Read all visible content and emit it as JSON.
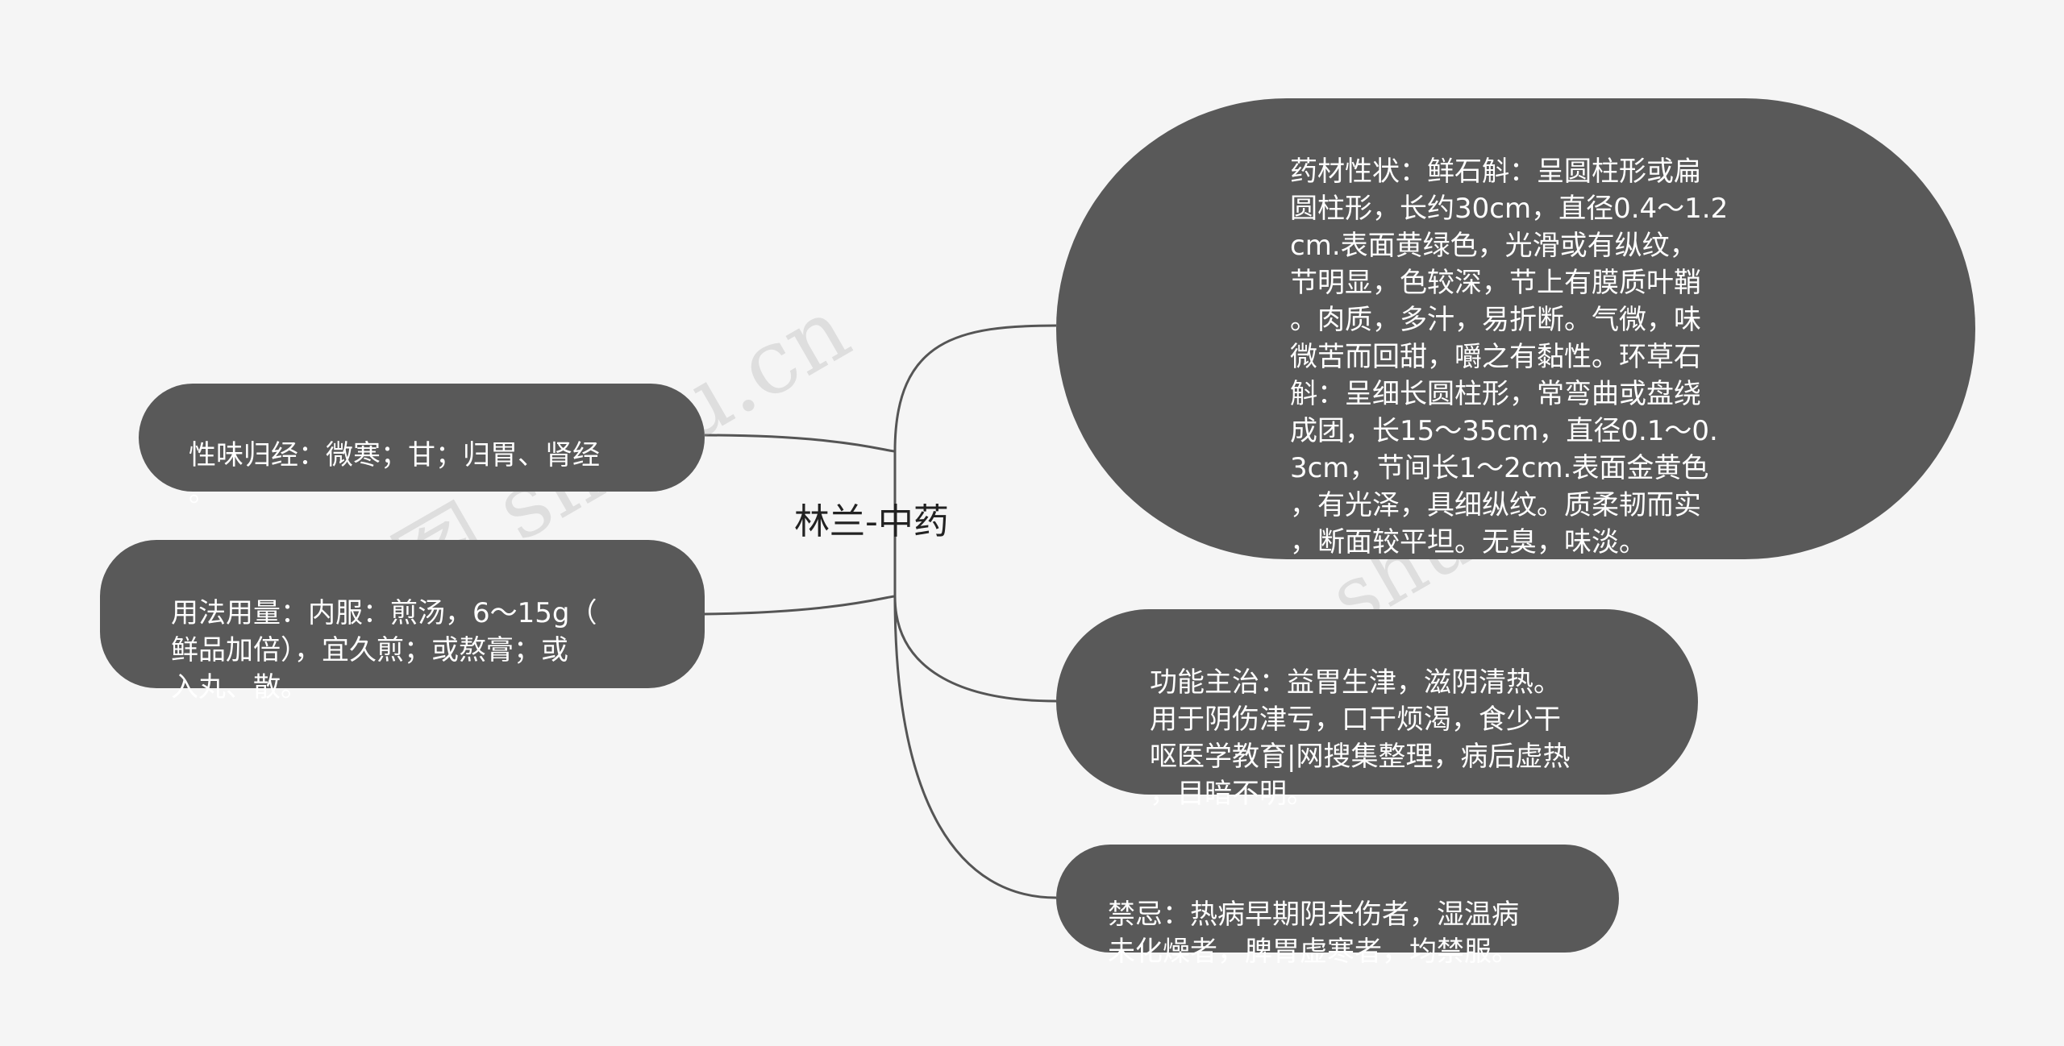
{
  "root": {
    "label": "林兰-中药"
  },
  "watermark": {
    "left": "树图 shutu.cn",
    "right": "shutu.cn"
  },
  "nodes": {
    "xingwei": "性味归经：微寒；甘；归胃、肾经\n。",
    "yongfa": "用法用量：内服：煎汤，6～15g（\n鲜品加倍），宜久煎；或熬膏；或\n入丸、散。",
    "yaocai": "药材性状：鲜石斛：呈圆柱形或扁\n圆柱形，长约30cm，直径0.4～1.2\ncm.表面黄绿色，光滑或有纵纹，\n节明显，色较深，节上有膜质叶鞘\n。肉质，多汁，易折断。气微，味\n微苦而回甜，嚼之有黏性。环草石\n斛：呈细长圆柱形，常弯曲或盘绕\n成团，长15～35cm，直径0.1～0.\n3cm，节间长1～2cm.表面金黄色\n，有光泽，具细纵纹。质柔韧而实\n，断面较平坦。无臭，味淡。",
    "gongneng": "功能主治：益胃生津，滋阴清热。\n用于阴伤津亏，口干烦渴，食少干\n呕医学教育|网搜集整理，病后虚热\n，目暗不明。",
    "jinji": "禁忌：热病早期阴未伤者，湿温病\n未化燥者，脾胃虚寒者，均禁服。"
  },
  "colors": {
    "node_fill": "#595959",
    "node_text": "#ffffff",
    "connector": "#555555",
    "background": "#f5f5f5"
  }
}
